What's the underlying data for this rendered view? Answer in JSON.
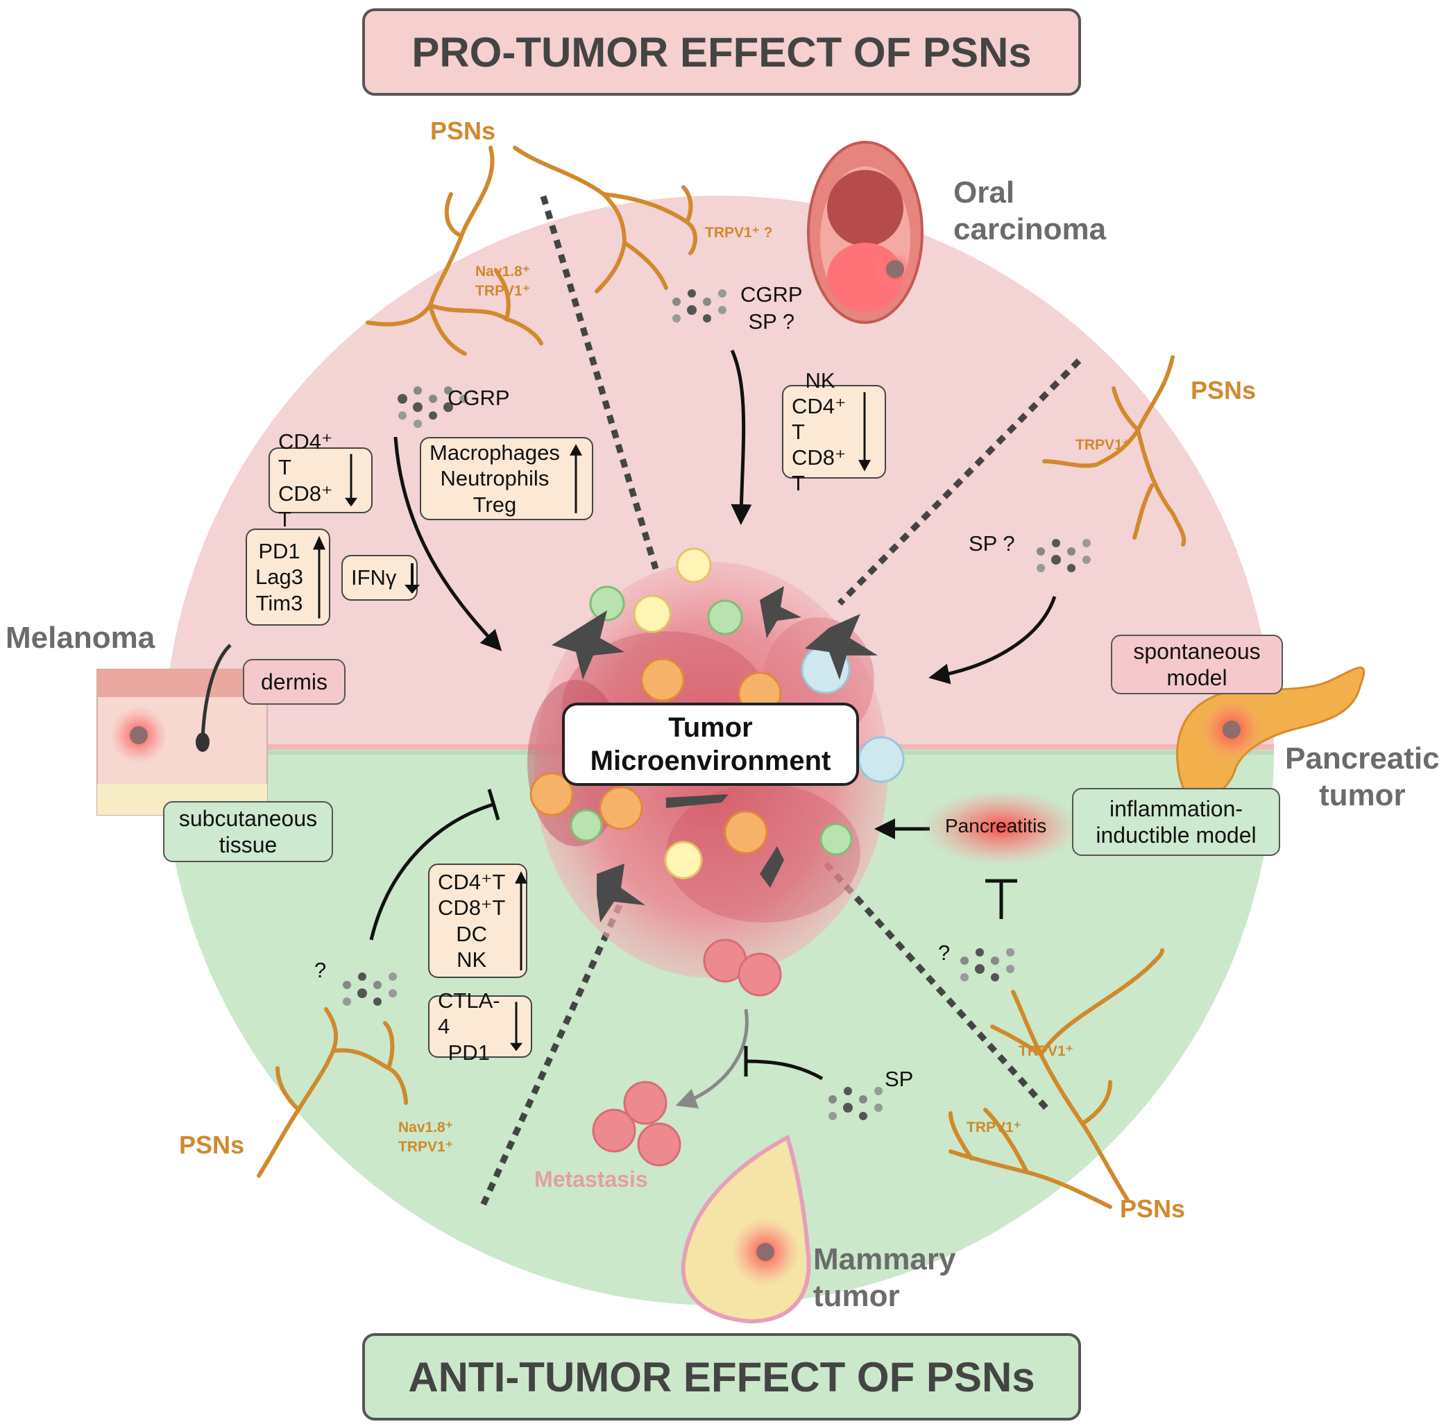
{
  "colors": {
    "pro_bg": "#f3d3d4",
    "anti_bg": "#cbe8cb",
    "neuron": "#d0892c",
    "banner_pro": "#f6cfcf",
    "banner_anti": "#cbe8cb",
    "box_fill": "#fbe9d6",
    "organ_text": "#6b6b6b",
    "metastasis_text": "#e3a0a0"
  },
  "banners": {
    "top": "PRO-TUMOR EFFECT OF PSNs",
    "bottom": "ANTI-TUMOR EFFECT OF PSNs"
  },
  "center": {
    "line1": "Tumor",
    "line2": "Microenvironment"
  },
  "organs": {
    "oral": [
      "Oral",
      "carcinoma"
    ],
    "melanoma": "Melanoma",
    "pancreatic": [
      "Pancreatic",
      "tumor"
    ],
    "mammary": [
      "Mammary",
      "tumor"
    ],
    "metastasis": "Metastasis"
  },
  "psn_label": "PSNs",
  "receptors": {
    "nav_trpv1": [
      "Nav1.8⁺",
      "TRPV1⁺"
    ],
    "trpv1": "TRPV1⁺",
    "trpv1_q": "TRPV1⁺ ?"
  },
  "mediators": {
    "cgrp": "CGRP",
    "cgrp_sp_q": [
      "CGRP",
      "SP ?"
    ],
    "sp_q": "SP ?",
    "sp": "SP",
    "q": "?"
  },
  "tags": {
    "dermis": "dermis",
    "subcutaneous": [
      "subcutaneous",
      "tissue"
    ],
    "spontaneous": [
      "spontaneous",
      "model"
    ],
    "inflammation": [
      "inflammation-",
      "inductible model"
    ],
    "pancreatitis": "Pancreatitis"
  },
  "cell_boxes": {
    "macrophages": {
      "lines": [
        "Macrophages",
        "Neutrophils",
        "Treg"
      ],
      "direction": "up"
    },
    "cd4cd8_melanoma": {
      "lines": [
        "CD4⁺ T",
        "CD8⁺ T"
      ],
      "direction": "down"
    },
    "checkpoints_pro": {
      "lines": [
        "PD1",
        "Lag3",
        "Tim3"
      ],
      "direction": "up"
    },
    "ifng": {
      "lines": [
        "IFNγ"
      ],
      "direction": "down"
    },
    "nk_oral": {
      "lines": [
        "NK",
        "CD4⁺ T",
        "CD8⁺ T"
      ],
      "direction": "down"
    },
    "anti_cells": {
      "lines": [
        "CD4⁺T",
        "CD8⁺T",
        "DC",
        "NK"
      ],
      "direction": "up"
    },
    "anti_checkpoints": {
      "lines": [
        "CTLA-4",
        "PD1"
      ],
      "direction": "down"
    }
  }
}
